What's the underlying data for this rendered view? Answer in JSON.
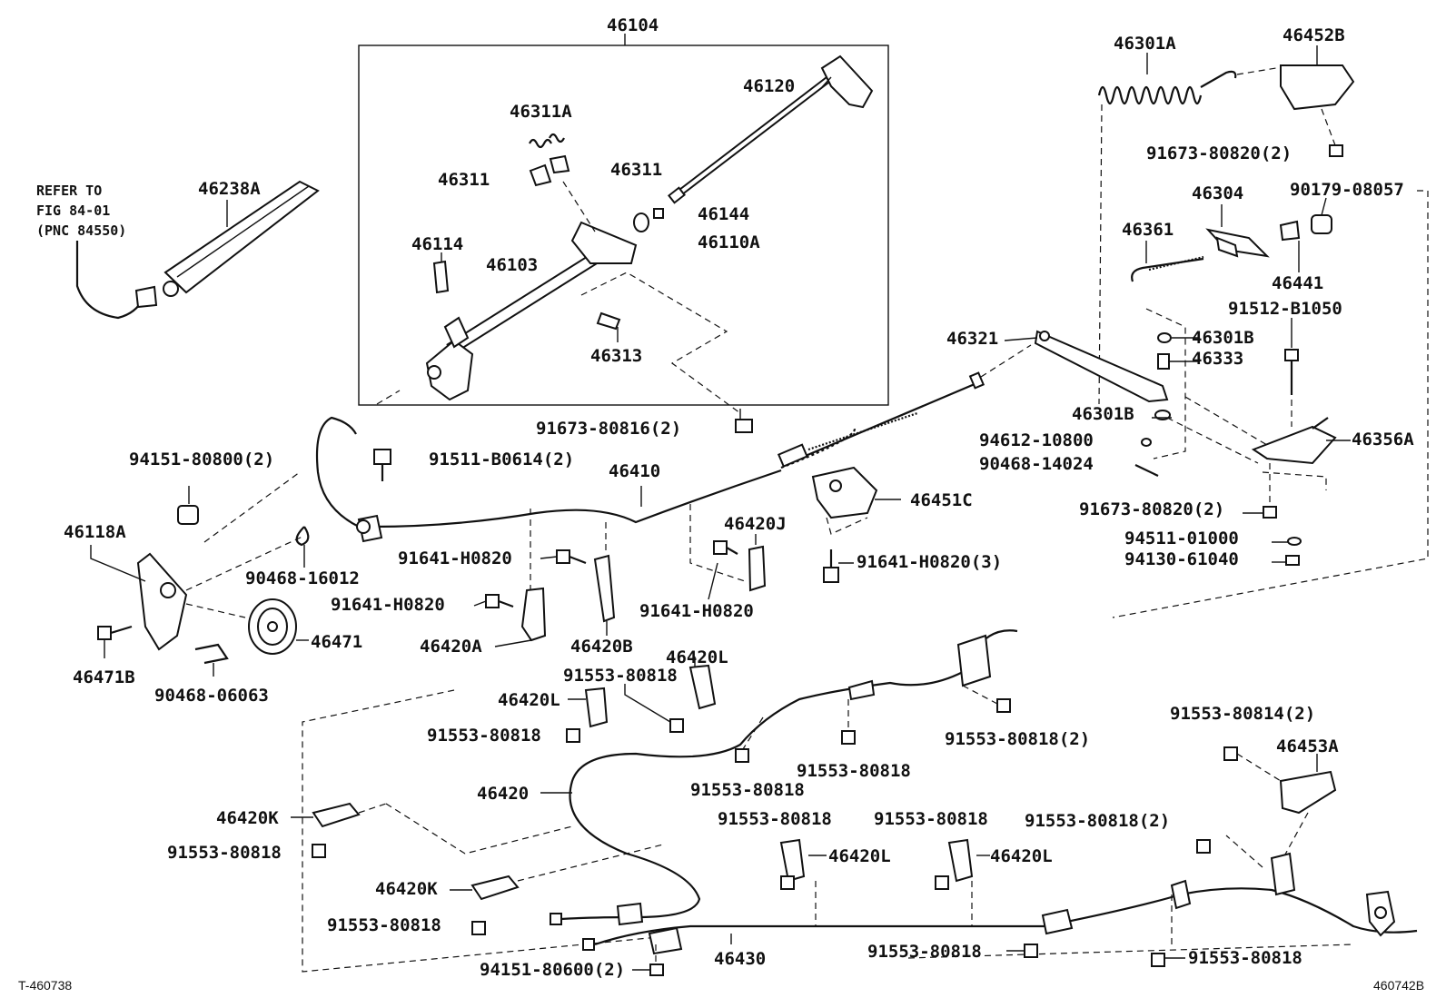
{
  "diagram": {
    "reference_note": [
      "REFER TO",
      "FIG 84-01",
      "(PNC 84550)"
    ],
    "footer_left": "T-460738",
    "footer_right": "460742B",
    "labels": [
      {
        "id": "46104",
        "text": "46104"
      },
      {
        "id": "46120",
        "text": "46120"
      },
      {
        "id": "46311A",
        "text": "46311A"
      },
      {
        "id": "46311-l",
        "text": "46311"
      },
      {
        "id": "46311-r",
        "text": "46311"
      },
      {
        "id": "46144",
        "text": "46144"
      },
      {
        "id": "46110A",
        "text": "46110A"
      },
      {
        "id": "46114",
        "text": "46114"
      },
      {
        "id": "46103",
        "text": "46103"
      },
      {
        "id": "46313",
        "text": "46313"
      },
      {
        "id": "46238A",
        "text": "46238A"
      },
      {
        "id": "91673-80816",
        "text": "91673-80816(2)"
      },
      {
        "id": "94151-80800",
        "text": "94151-80800(2)"
      },
      {
        "id": "91511-B0614",
        "text": "91511-B0614(2)"
      },
      {
        "id": "46410",
        "text": "46410"
      },
      {
        "id": "46118A",
        "text": "46118A"
      },
      {
        "id": "90468-16012",
        "text": "90468-16012"
      },
      {
        "id": "46471",
        "text": "46471"
      },
      {
        "id": "46471B",
        "text": "46471B"
      },
      {
        "id": "90468-06063",
        "text": "90468-06063"
      },
      {
        "id": "91641-H0820-a",
        "text": "91641-H0820"
      },
      {
        "id": "91641-H0820-b",
        "text": "91641-H0820"
      },
      {
        "id": "91641-H0820-c",
        "text": "91641-H0820"
      },
      {
        "id": "46420A",
        "text": "46420A"
      },
      {
        "id": "46420B",
        "text": "46420B"
      },
      {
        "id": "46420J",
        "text": "46420J"
      },
      {
        "id": "46451C",
        "text": "46451C"
      },
      {
        "id": "91641-H0820-3",
        "text": "91641-H0820(3)"
      },
      {
        "id": "46301A",
        "text": "46301A"
      },
      {
        "id": "46452B",
        "text": "46452B"
      },
      {
        "id": "91673-80820-top",
        "text": "91673-80820(2)"
      },
      {
        "id": "46304",
        "text": "46304"
      },
      {
        "id": "90179-08057",
        "text": "90179-08057"
      },
      {
        "id": "46361",
        "text": "46361"
      },
      {
        "id": "46441",
        "text": "46441"
      },
      {
        "id": "91512-B1050",
        "text": "91512-B1050"
      },
      {
        "id": "46321",
        "text": "46321"
      },
      {
        "id": "46301B-a",
        "text": "46301B"
      },
      {
        "id": "46333",
        "text": "46333"
      },
      {
        "id": "46301B-b",
        "text": "46301B"
      },
      {
        "id": "94612-10800",
        "text": "94612-10800"
      },
      {
        "id": "90468-14024",
        "text": "90468-14024"
      },
      {
        "id": "46356A",
        "text": "46356A"
      },
      {
        "id": "91673-80820-mid",
        "text": "91673-80820(2)"
      },
      {
        "id": "94511-01000",
        "text": "94511-01000"
      },
      {
        "id": "94130-61040",
        "text": "94130-61040"
      },
      {
        "id": "46420L-top",
        "text": "46420L"
      },
      {
        "id": "91553-80818-top",
        "text": "91553-80818"
      },
      {
        "id": "46420L-left",
        "text": "46420L"
      },
      {
        "id": "91553-80818-left",
        "text": "91553-80818"
      },
      {
        "id": "91553-80818-2-top",
        "text": "91553-80818(2)"
      },
      {
        "id": "91553-80818-c1",
        "text": "91553-80818"
      },
      {
        "id": "91553-80818-c2",
        "text": "91553-80818"
      },
      {
        "id": "46420",
        "text": "46420"
      },
      {
        "id": "46420K-a",
        "text": "46420K"
      },
      {
        "id": "91553-80818-k1",
        "text": "91553-80818"
      },
      {
        "id": "46420K-b",
        "text": "46420K"
      },
      {
        "id": "91553-80818-k2",
        "text": "91553-80818"
      },
      {
        "id": "91553-80818-m1",
        "text": "91553-80818"
      },
      {
        "id": "46420L-m1",
        "text": "46420L"
      },
      {
        "id": "91553-80818-m2",
        "text": "91553-80818"
      },
      {
        "id": "46420L-m2",
        "text": "46420L"
      },
      {
        "id": "91553-80814",
        "text": "91553-80814(2)"
      },
      {
        "id": "46453A",
        "text": "46453A"
      },
      {
        "id": "91553-80818-2-r",
        "text": "91553-80818(2)"
      },
      {
        "id": "46430",
        "text": "46430"
      },
      {
        "id": "94151-80600",
        "text": "94151-80600(2)"
      },
      {
        "id": "91553-80818-b1",
        "text": "91553-80818"
      },
      {
        "id": "91553-80818-b2",
        "text": "91553-80818"
      }
    ]
  }
}
